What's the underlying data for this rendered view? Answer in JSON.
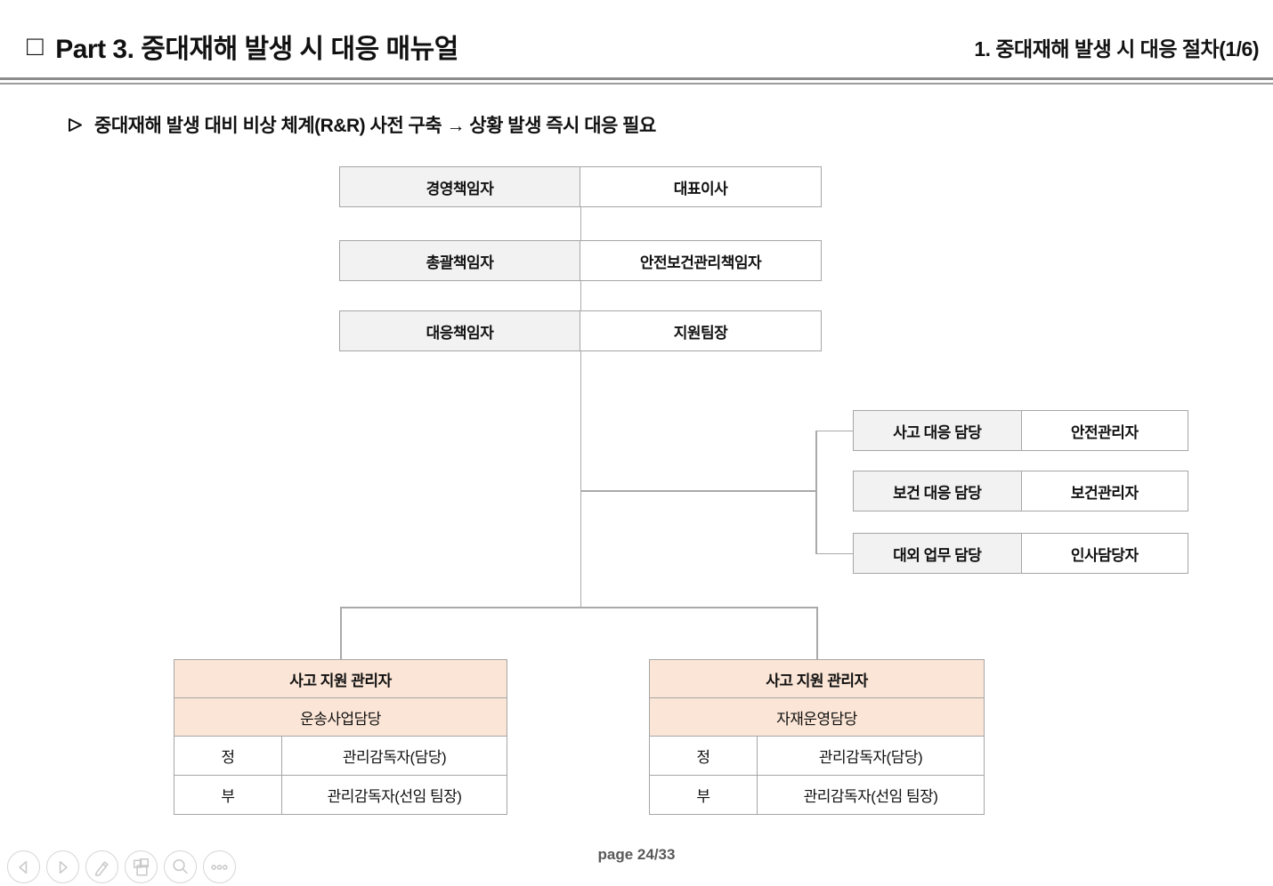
{
  "header": {
    "box_glyph": "□",
    "title": "Part 3. 중대재해 발생 시 대응 매뉴얼",
    "section": "1. 중대재해 발생 시 대응 절차(1/6)"
  },
  "subtitle": {
    "bullet_icon": "arrow-bullet-icon",
    "text": "중대재해 발생 대비 비상 체계(R&R) 사전 구축 → 상황 발생 즉시 대응 필요"
  },
  "org_chart": {
    "main_rows": [
      {
        "role": "경영책임자",
        "person": "대표이사"
      },
      {
        "role": "총괄책임자",
        "person": "안전보건관리책임자"
      },
      {
        "role": "대응책임자",
        "person": "지원팀장"
      }
    ],
    "detail_rows": [
      {
        "role": "사고 대응 담당",
        "person": "안전관리자"
      },
      {
        "role": "보건 대응 담당",
        "person": "보건관리자"
      },
      {
        "role": "대외 업무 담당",
        "person": "인사담당자"
      }
    ],
    "support_tables": [
      {
        "title": "사고 지원 관리자",
        "subtitle": "운송사업담당",
        "rows": [
          {
            "label": "정",
            "value": "관리감독자(담당)"
          },
          {
            "label": "부",
            "value": "관리감독자(선임 팀장)"
          }
        ]
      },
      {
        "title": "사고 지원 관리자",
        "subtitle": "자재운영담당",
        "rows": [
          {
            "label": "정",
            "value": "관리감독자(담당)"
          },
          {
            "label": "부",
            "value": "관리감독자(선임 팀장)"
          }
        ]
      }
    ]
  },
  "footer": {
    "page_label": "page 24/33",
    "icons": [
      "prev-icon",
      "next-icon",
      "pen-icon",
      "slides-icon",
      "search-icon",
      "more-icon"
    ]
  },
  "colors": {
    "cell_gray": "#f2f2f2",
    "cell_peach": "#fbe5d6",
    "border": "#a6a6a6",
    "connector_line": "#a9a9a9",
    "page_text": "#595959",
    "footer_icon": "#c9c9c9"
  }
}
